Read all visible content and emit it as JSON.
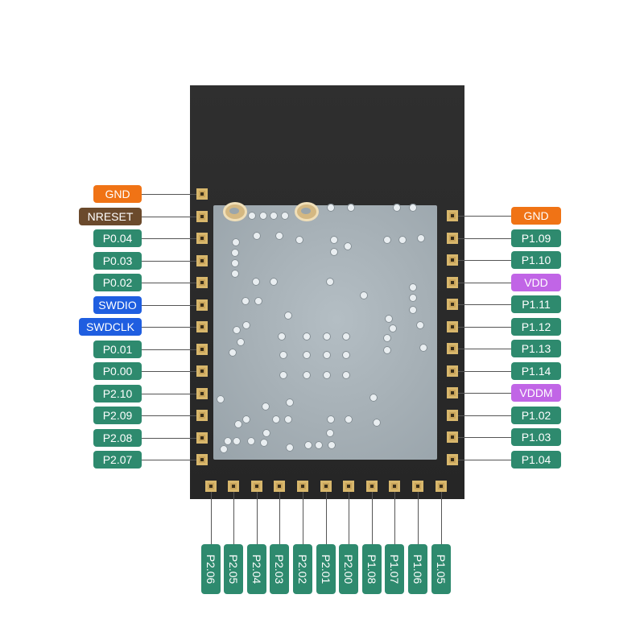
{
  "colors": {
    "ground": "#f07315",
    "reset": "#6b4a2c",
    "io": "#2e8a6e",
    "debug": "#1f5ee0",
    "power": "#c165e6"
  },
  "left_pins": [
    {
      "label": "GND",
      "kind": "ground"
    },
    {
      "label": "NRESET",
      "kind": "reset"
    },
    {
      "label": "P0.04",
      "kind": "io"
    },
    {
      "label": "P0.03",
      "kind": "io"
    },
    {
      "label": "P0.02",
      "kind": "io"
    },
    {
      "label": "SWDIO",
      "kind": "debug"
    },
    {
      "label": "SWDCLK",
      "kind": "debug"
    },
    {
      "label": "P0.01",
      "kind": "io"
    },
    {
      "label": "P0.00",
      "kind": "io"
    },
    {
      "label": "P2.10",
      "kind": "io"
    },
    {
      "label": "P2.09",
      "kind": "io"
    },
    {
      "label": "P2.08",
      "kind": "io"
    },
    {
      "label": "P2.07",
      "kind": "io"
    }
  ],
  "right_pins": [
    {
      "label": "GND",
      "kind": "ground"
    },
    {
      "label": "P1.09",
      "kind": "io"
    },
    {
      "label": "P1.10",
      "kind": "io"
    },
    {
      "label": "VDD",
      "kind": "power"
    },
    {
      "label": "P1.11",
      "kind": "io"
    },
    {
      "label": "P1.12",
      "kind": "io"
    },
    {
      "label": "P1.13",
      "kind": "io"
    },
    {
      "label": "P1.14",
      "kind": "io"
    },
    {
      "label": "VDDM",
      "kind": "power"
    },
    {
      "label": "P1.02",
      "kind": "io"
    },
    {
      "label": "P1.03",
      "kind": "io"
    },
    {
      "label": "P1.04",
      "kind": "io"
    }
  ],
  "bottom_pins": [
    {
      "label": "P2.06",
      "kind": "io"
    },
    {
      "label": "P2.05",
      "kind": "io"
    },
    {
      "label": "P2.04",
      "kind": "io"
    },
    {
      "label": "P2.03",
      "kind": "io"
    },
    {
      "label": "P2.02",
      "kind": "io"
    },
    {
      "label": "P2.01",
      "kind": "io"
    },
    {
      "label": "P2.00",
      "kind": "io"
    },
    {
      "label": "P1.08",
      "kind": "io"
    },
    {
      "label": "P1.07",
      "kind": "io"
    },
    {
      "label": "P1.06",
      "kind": "io"
    },
    {
      "label": "P1.05",
      "kind": "io"
    }
  ]
}
